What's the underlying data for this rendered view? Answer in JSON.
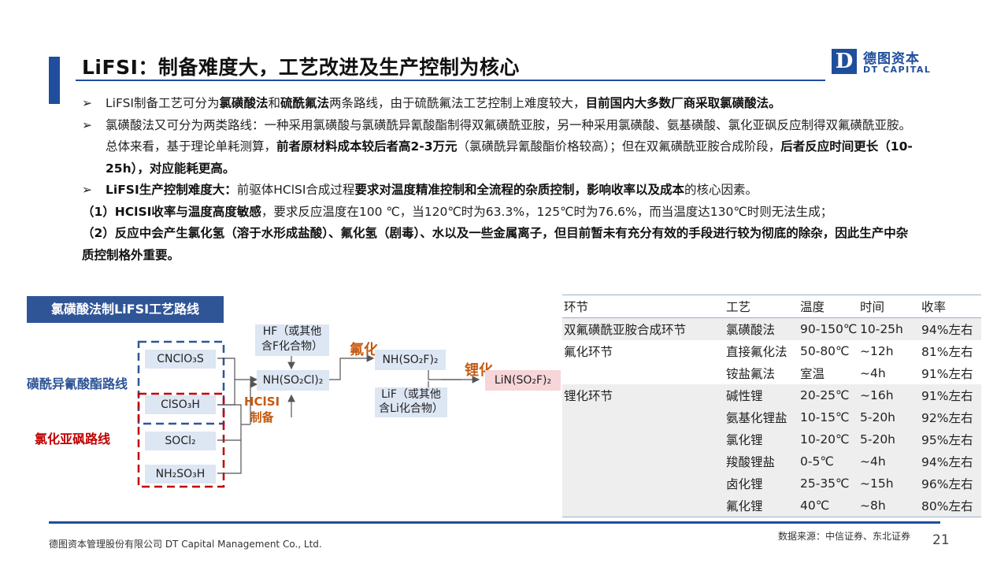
{
  "header": {
    "title": "LiFSI：制备难度大，工艺改进及生产控制为核心",
    "logo_mark": "D",
    "logo_cn": "德图资本",
    "logo_en": "DT CAPITAL"
  },
  "content": {
    "bullet_glyph": "➢",
    "p1": {
      "a": "LiFSI制备工艺可分为",
      "b": "氯磺酸法",
      "c": "和",
      "d": "硫酰氟法",
      "e": "两条路线，由于硫酰氟法工艺控制上难度较大，",
      "f": "目前国内大多数厂商采取氯磺酸法。"
    },
    "p2": {
      "a": "氯磺酸法又可分为两类路线：一种采用氯磺酸与氯磺酰异氰酸酯制得双氟磺酰亚胺，另一种采用氯磺酸、氨基磺酸、氯化亚砜反应制得双氟磺酰亚胺。总体来看，基于理论单耗测算，",
      "b": "前者原材料成本较后者高2-3万元",
      "c": "（氯磺酰异氰酸酯价格较高）；但在双氟磺酰亚胺合成阶段，",
      "d": "后者反应时间更长（10-25h），对应能耗更高。"
    },
    "p3": {
      "a": "LiFSI生产控制难度大：",
      "b": "前驱体HClSI合成过程",
      "c": "要求对温度精准控制和全流程的杂质控制",
      "d": "，影响收率以及成本",
      "e": "的核心因素。"
    },
    "p4": {
      "a": "（1）HClSI收率与温度高度敏感",
      "b": "，要求反应温度在100 ℃，当120℃时为63.3%，125℃时为76.6%，而当温度达130℃时则无法生成；"
    },
    "p5": {
      "a": "（2）反应中会产生氯化氢（溶于水形成盐酸）、氟化氢（剧毒）、水以及一些金属离子，但目前暂未有充分有效的手段进行较为彻底的除杂，因此生产中杂质控制格外重要。"
    }
  },
  "diagram": {
    "title": "氯磺酸法制LiFSI工艺路线",
    "route_a": "磺酰异氰酸酯路线",
    "route_b": "氯化亚砜路线",
    "cnclo3s": "CNClO₃S",
    "clso3h": "ClSO₃H",
    "socl2": "SOCl₂",
    "nh2so3h": "NH₂SO₃H",
    "hf1": "HF（或其他",
    "hf2": "含F化合物）",
    "nh_so2cl": "NH(SO₂Cl)₂",
    "hclsi": "HClSI",
    "zhibei": "制备",
    "fluorination": "氟化",
    "nh_so2f": "NH(SO₂F)₂",
    "lif1": "LiF（或其他",
    "lif2": "含Li化合物）",
    "lithiation": "锂化",
    "lin_so2f": "LiN(SO₂F)₂"
  },
  "table": {
    "headers": [
      "环节",
      "工艺",
      "温度",
      "时间",
      "收率"
    ],
    "rows": [
      [
        "双氟磺酰亚胺合成环节",
        "氯磺酸法",
        "90-150℃",
        "10-25h",
        "94%左右"
      ],
      [
        "氟化环节",
        "直接氟化法",
        "50-80℃",
        "~12h",
        "81%左右"
      ],
      [
        "",
        "铵盐氟法",
        "室温",
        "~4h",
        "91%左右"
      ],
      [
        "锂化环节",
        "碱性锂",
        "20-25℃",
        "~16h",
        "91%左右"
      ],
      [
        "",
        "氨基化锂盐",
        "10-15℃",
        "5-20h",
        "92%左右"
      ],
      [
        "",
        "氯化锂",
        "10-20℃",
        "5-20h",
        "95%左右"
      ],
      [
        "",
        "羧酸锂盐",
        "0-5℃",
        "~4h",
        "94%左右"
      ],
      [
        "",
        "卤化锂",
        "25-35℃",
        "~15h",
        "96%左右"
      ],
      [
        "",
        "氟化锂",
        "40℃",
        "~8h",
        "80%左右"
      ]
    ]
  },
  "footer": {
    "company": "德图资本管理股份有限公司  DT Capital Management  Co., Ltd.",
    "source": "数据来源：中信证券、东北证券",
    "page": "21"
  }
}
